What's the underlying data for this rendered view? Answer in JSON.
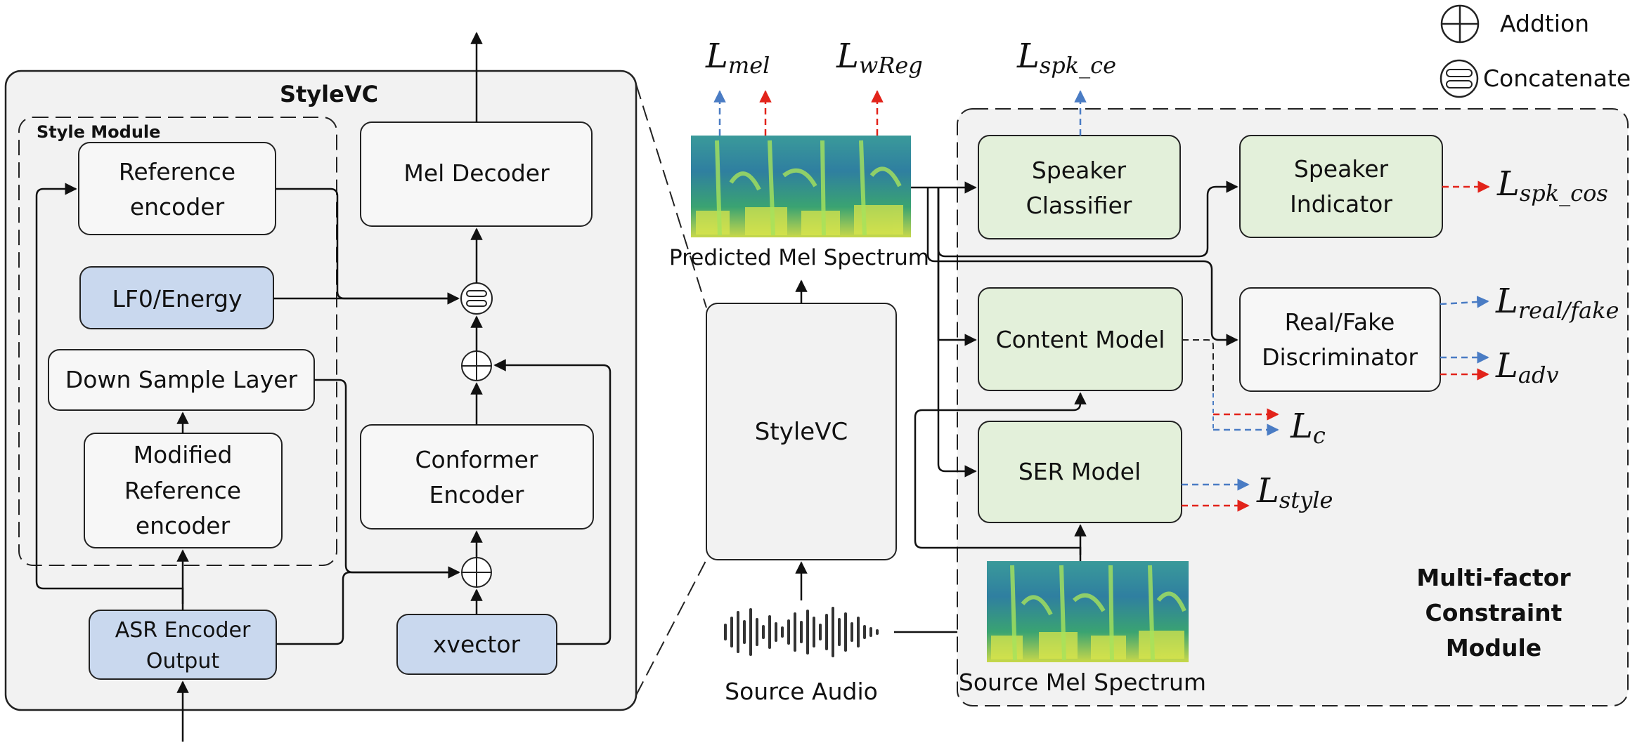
{
  "legend": {
    "addition": "Addtion",
    "concatenate": "Concatenate"
  },
  "stylevc_panel": {
    "title": "StyleVC",
    "style_module_title": "Style Module",
    "reference_encoder": [
      "Reference",
      "encoder"
    ],
    "lf0_energy": "LF0/Energy",
    "down_sample": "Down Sample Layer",
    "modified_reference_encoder": [
      "Modified",
      "Reference",
      "encoder"
    ],
    "asr_encoder_output": [
      "ASR Encoder",
      "Output"
    ],
    "xvector": "xvector",
    "conformer_encoder": [
      "Conformer",
      "Encoder"
    ],
    "mel_decoder": "Mel Decoder"
  },
  "middle": {
    "stylevc_box": "StyleVC",
    "predicted_mel_caption": "Predicted Mel Spectrum",
    "source_audio_caption": "Source Audio",
    "source_mel_caption": "Source Mel Spectrum"
  },
  "constraint_module": {
    "title": [
      "Multi-factor",
      "Constraint",
      "Module"
    ],
    "speaker_classifier": [
      "Speaker",
      "Classifier"
    ],
    "speaker_indicator": [
      "Speaker",
      "Indicator"
    ],
    "content_model": "Content Model",
    "real_fake_discriminator": [
      "Real/Fake",
      "Discriminator"
    ],
    "ser_model": "SER Model"
  },
  "losses": {
    "mel": {
      "base": "L",
      "sub": "mel"
    },
    "wreg": {
      "base": "L",
      "sub": "wReg"
    },
    "spk_ce": {
      "base": "L",
      "sub": "spk_ce"
    },
    "spk_cos": {
      "base": "L",
      "sub": "spk_cos"
    },
    "real_fake": {
      "base": "L",
      "sub": "real/fake"
    },
    "adv": {
      "base": "L",
      "sub": "adv"
    },
    "c": {
      "base": "L",
      "sub": "c"
    },
    "style": {
      "base": "L",
      "sub": "style"
    }
  },
  "colors": {
    "panel_fill": "#f2f2f2",
    "blue_box": "#c9d8ee",
    "green_box": "#e3f0da",
    "arrow_blue": "#4a7cc4",
    "arrow_red": "#e2231a"
  }
}
